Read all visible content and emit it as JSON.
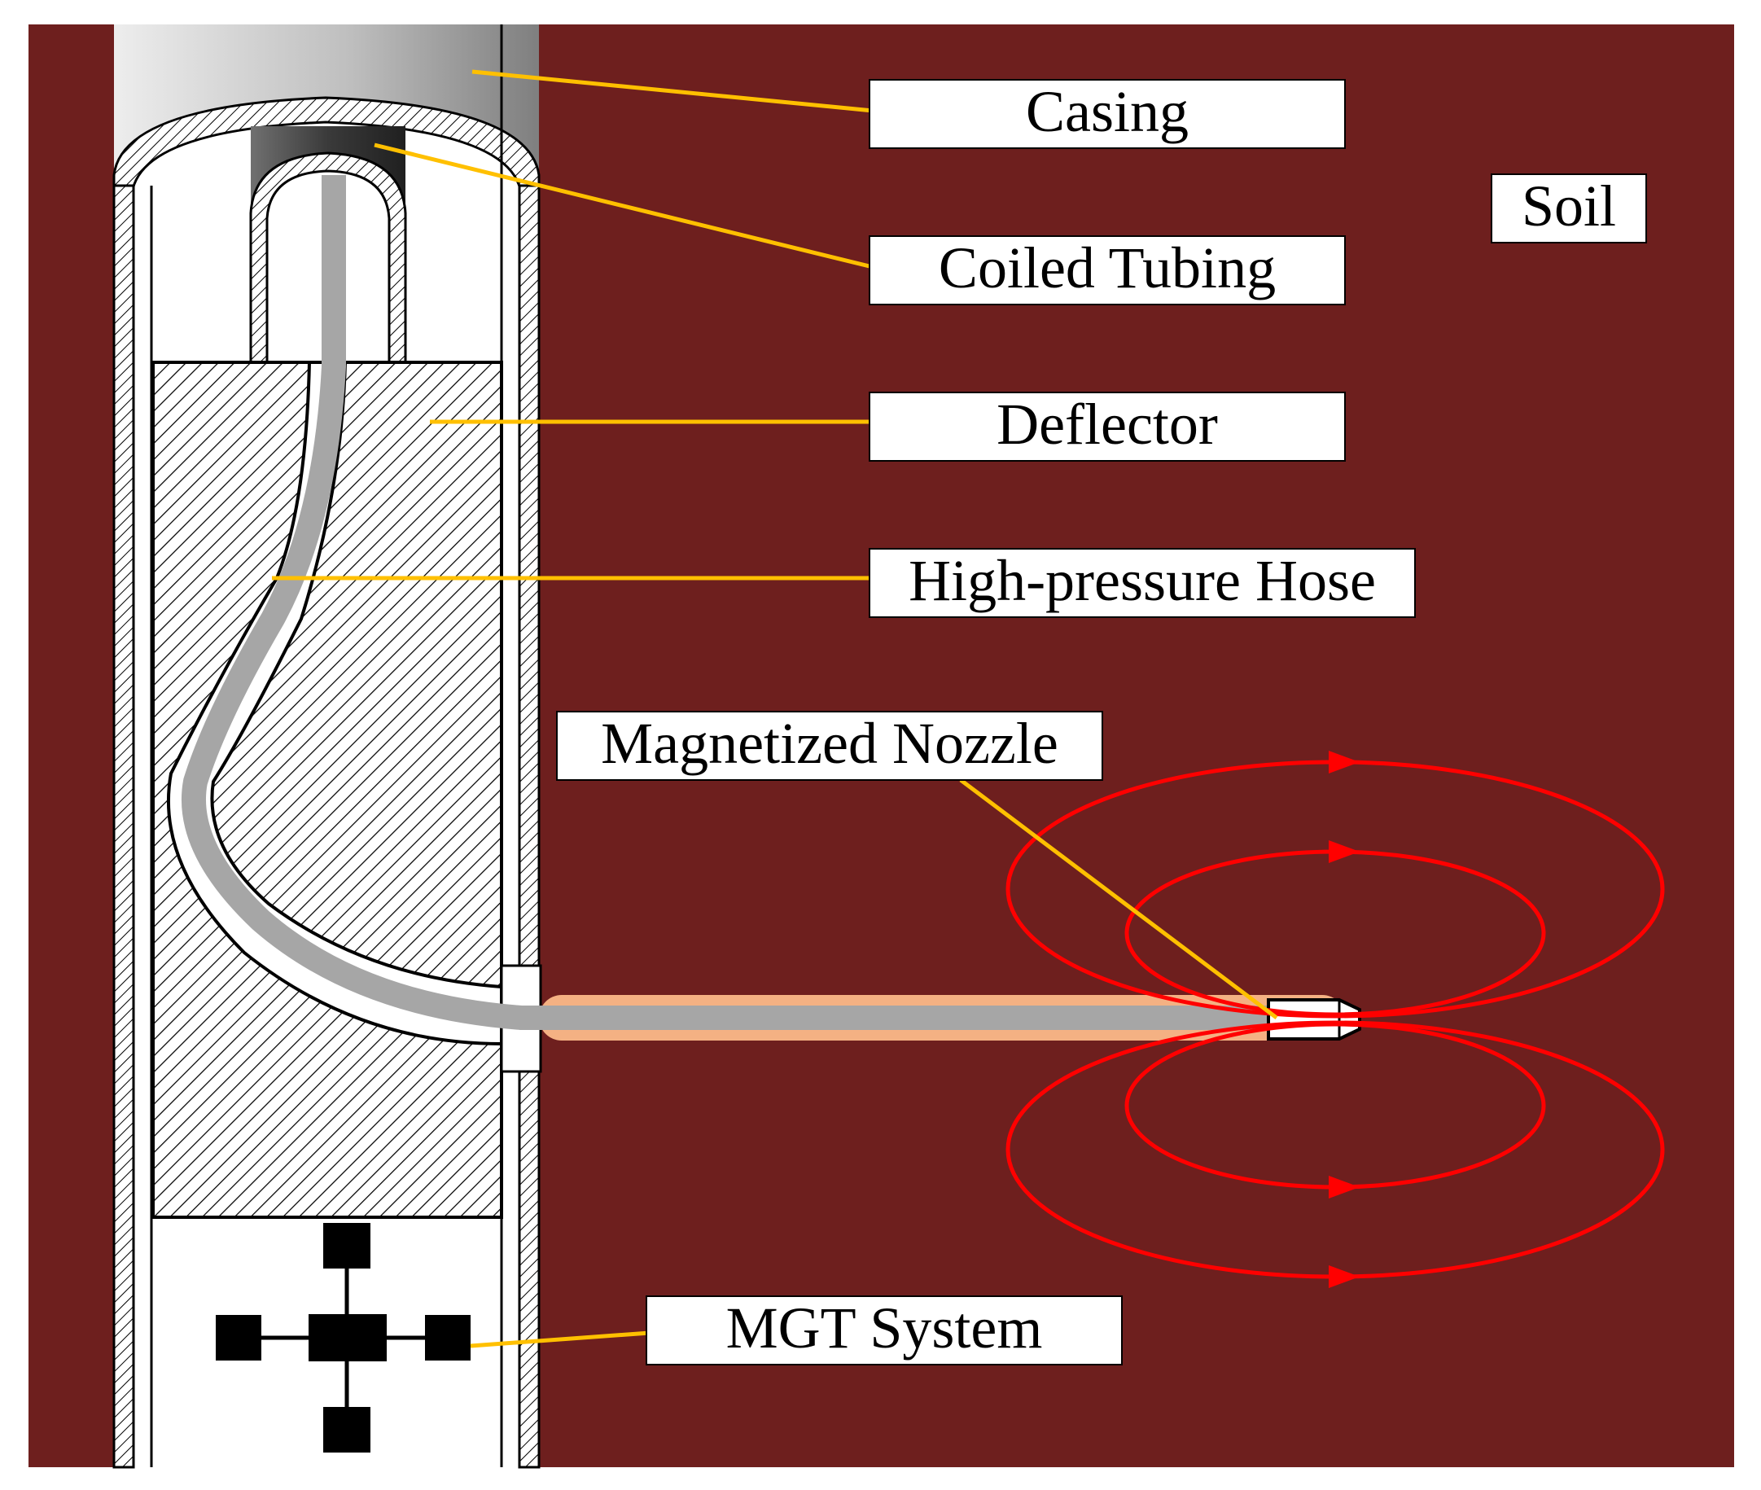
{
  "labels": {
    "casing": "Casing",
    "coiled_tubing": "Coiled Tubing",
    "deflector": "Deflector",
    "high_pressure_hose": "High-pressure Hose",
    "magnetized_nozzle": "Magnetized Nozzle",
    "mgt_system": "MGT System",
    "soil": "Soil"
  },
  "colors": {
    "soil": "#6e1f1e",
    "leader_line": "#ffc000",
    "field_lines": "#ff0000",
    "hose": "#a6a6a6",
    "jet_channel": "#f4b183",
    "label_box": "#ffffff",
    "mgt_blocks": "#000000"
  }
}
